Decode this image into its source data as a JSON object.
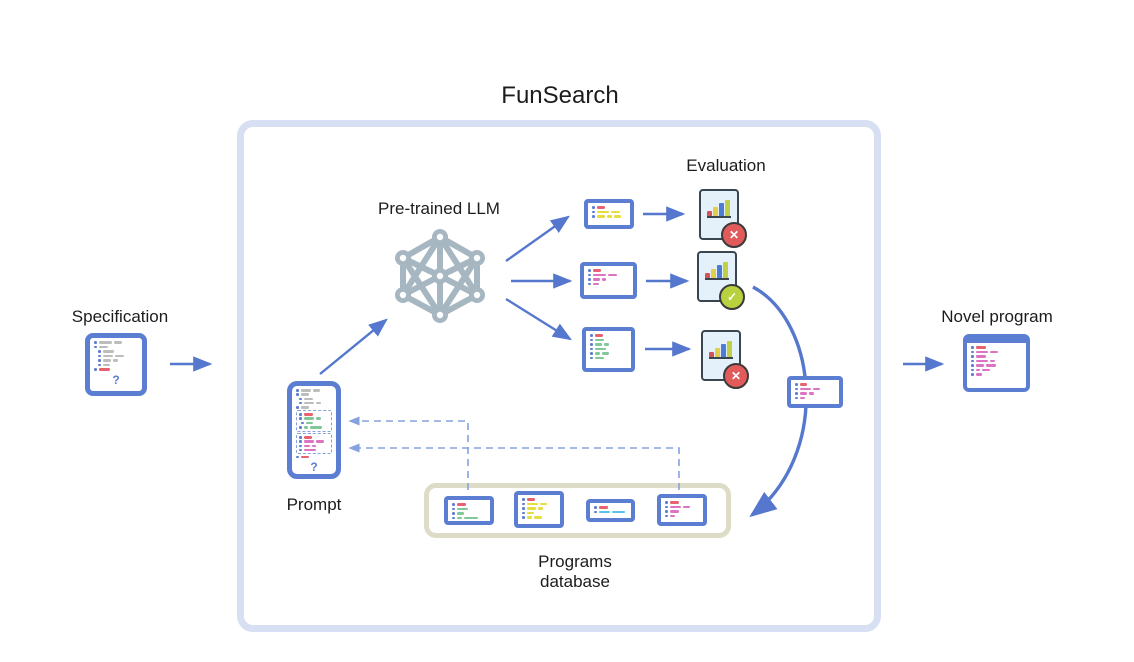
{
  "title": "FunSearch",
  "labels": {
    "specification": "Specification",
    "llm": "Pre-trained LLM",
    "prompt": "Prompt",
    "evaluation": "Evaluation",
    "database_line1": "Programs",
    "database_line2": "database",
    "novel": "Novel program"
  },
  "glyphs": {
    "question": "?",
    "check": "✓",
    "cross": "✕"
  },
  "colors": {
    "accent_blue": "#5b7ed2",
    "arrow_blue": "#5577cd",
    "dashed_blue": "#85a2dd",
    "outer_border": "#d7dff3",
    "db_border": "#dddcc6",
    "doc_outline": "#39464f",
    "doc_fill": "#e4f1fb",
    "badge_fail": "#e25b5b",
    "badge_pass": "#b8d23f",
    "nn_gray": "#a6b7c1",
    "text": "#1c1c1c"
  },
  "palette": {
    "g": "#bdbdbd",
    "r": "#e7626e",
    "gr": "#80c89a",
    "y": "#e4de3e",
    "p": "#dd74c3",
    "c": "#57c4e8",
    "dot": "#5b7ed2"
  },
  "eval_docs": [
    {
      "status": "fail"
    },
    {
      "status": "pass"
    },
    {
      "status": "fail"
    }
  ],
  "eval_bars": {
    "heights": [
      5,
      9,
      13,
      16
    ],
    "colors": [
      "#d05458",
      "#e2ce4b",
      "#4d7cd0",
      "#bed04a"
    ]
  },
  "cards": {
    "spec": {
      "lines": [
        {
          "s": [
            [
              "g",
              13
            ],
            [
              "g",
              8
            ]
          ]
        },
        {
          "s": [
            [
              "g",
              9
            ]
          ]
        },
        {
          "i": 4,
          "s": [
            [
              "g",
              11
            ]
          ]
        },
        {
          "i": 4,
          "s": [
            [
              "g",
              10
            ],
            [
              "g",
              9
            ]
          ]
        },
        {
          "i": 4,
          "s": [
            [
              "g",
              8
            ],
            [
              "g",
              5
            ]
          ]
        },
        {
          "i": 4,
          "s": [
            [
              "g",
              7
            ]
          ]
        },
        {
          "s": [
            [
              "r",
              11
            ]
          ]
        }
      ],
      "q": true
    },
    "prompt": {
      "sections": [
        {
          "type": "plain",
          "lines": [
            {
              "s": [
                [
                  "g",
                  10
                ],
                [
                  "g",
                  7
                ]
              ]
            },
            {
              "s": [
                [
                  "g",
                  8
                ]
              ]
            },
            {
              "i": 3,
              "s": [
                [
                  "g",
                  9
                ]
              ]
            },
            {
              "i": 3,
              "s": [
                [
                  "g",
                  10
                ],
                [
                  "g",
                  5
                ]
              ]
            },
            {
              "s": [
                [
                  "g",
                  8
                ]
              ]
            }
          ]
        },
        {
          "type": "dashed",
          "lines": [
            {
              "s": [
                [
                  "r",
                  9
                ]
              ]
            },
            {
              "s": [
                [
                  "gr",
                  10
                ],
                [
                  "gr",
                  5
                ]
              ]
            },
            {
              "i": 2,
              "s": [
                [
                  "gr",
                  7
                ]
              ]
            },
            {
              "s": [
                [
                  "gr",
                  4
                ],
                [
                  "gr",
                  12
                ]
              ]
            }
          ]
        },
        {
          "type": "dashed",
          "lines": [
            {
              "s": [
                [
                  "r",
                  8
                ]
              ]
            },
            {
              "s": [
                [
                  "p",
                  10
                ],
                [
                  "p",
                  8
                ]
              ]
            },
            {
              "s": [
                [
                  "p",
                  6
                ],
                [
                  "p",
                  4
                ]
              ]
            },
            {
              "s": [
                [
                  "p",
                  12
                ]
              ]
            }
          ]
        },
        {
          "type": "plain",
          "lines": [
            {
              "s": [
                [
                  "r",
                  8
                ]
              ]
            }
          ]
        },
        {
          "type": "q"
        }
      ]
    },
    "sample_yellow": {
      "lines": [
        {
          "s": [
            [
              "r",
              8
            ]
          ]
        },
        {
          "s": [
            [
              "y",
              12
            ],
            [
              "y",
              9
            ]
          ]
        },
        {
          "s": [
            [
              "y",
              8
            ],
            [
              "y",
              5
            ],
            [
              "y",
              7
            ]
          ]
        }
      ]
    },
    "sample_pink": {
      "lines": [
        {
          "s": [
            [
              "r",
              8
            ]
          ]
        },
        {
          "s": [
            [
              "p",
              13
            ],
            [
              "p",
              9
            ]
          ]
        },
        {
          "s": [
            [
              "p",
              7
            ],
            [
              "p",
              4
            ]
          ]
        },
        {
          "s": [
            [
              "p",
              6
            ]
          ]
        }
      ]
    },
    "sample_green": {
      "lines": [
        {
          "s": [
            [
              "r",
              8
            ]
          ]
        },
        {
          "s": [
            [
              "gr",
              9
            ]
          ]
        },
        {
          "s": [
            [
              "gr",
              7
            ],
            [
              "gr",
              5
            ]
          ]
        },
        {
          "s": [
            [
              "gr",
              11
            ]
          ]
        },
        {
          "s": [
            [
              "gr",
              5
            ],
            [
              "gr",
              7
            ]
          ]
        },
        {
          "s": [
            [
              "gr",
              9
            ]
          ]
        }
      ]
    },
    "scored_program": {
      "lines": [
        {
          "s": [
            [
              "r",
              7
            ]
          ]
        },
        {
          "s": [
            [
              "p",
              11
            ],
            [
              "p",
              7
            ]
          ]
        },
        {
          "s": [
            [
              "p",
              7
            ],
            [
              "p",
              5
            ]
          ]
        },
        {
          "s": [
            [
              "p",
              5
            ]
          ]
        }
      ]
    },
    "db_green": {
      "lines": [
        {
          "s": [
            [
              "r",
              9
            ]
          ]
        },
        {
          "s": [
            [
              "gr",
              11
            ]
          ]
        },
        {
          "s": [
            [
              "gr",
              7
            ]
          ]
        },
        {
          "s": [
            [
              "gr",
              5
            ],
            [
              "gr",
              14
            ]
          ]
        }
      ]
    },
    "db_yellow": {
      "lines": [
        {
          "s": [
            [
              "r",
              8
            ]
          ]
        },
        {
          "s": [
            [
              "y",
              11
            ],
            [
              "y",
              7
            ]
          ]
        },
        {
          "s": [
            [
              "y",
              9
            ],
            [
              "y",
              5
            ]
          ]
        },
        {
          "s": [
            [
              "y",
              7
            ]
          ]
        },
        {
          "s": [
            [
              "y",
              5
            ],
            [
              "y",
              8
            ]
          ]
        }
      ]
    },
    "db_cyan": {
      "lines": [
        {
          "s": [
            [
              "r",
              9
            ]
          ]
        },
        {
          "s": [
            [
              "c",
              11
            ],
            [
              "c",
              13
            ]
          ]
        }
      ]
    },
    "db_pink": {
      "lines": [
        {
          "s": [
            [
              "r",
              9
            ]
          ]
        },
        {
          "s": [
            [
              "p",
              11
            ],
            [
              "p",
              7
            ]
          ]
        },
        {
          "s": [
            [
              "p",
              9
            ]
          ]
        },
        {
          "s": [
            [
              "p",
              5
            ]
          ]
        }
      ]
    },
    "novel": {
      "lines": [
        {
          "s": [
            [
              "r",
              10
            ]
          ]
        },
        {
          "s": [
            [
              "p",
              12
            ],
            [
              "p",
              8
            ]
          ]
        },
        {
          "s": [
            [
              "p",
              10
            ]
          ]
        },
        {
          "s": [
            [
              "p",
              12
            ],
            [
              "p",
              5
            ]
          ]
        },
        {
          "s": [
            [
              "p",
              8
            ],
            [
              "p",
              10
            ]
          ]
        },
        {
          "s": [
            [
              "p",
              4
            ],
            [
              "p",
              8
            ]
          ]
        },
        {
          "s": [
            [
              "p",
              6
            ]
          ]
        }
      ]
    }
  }
}
